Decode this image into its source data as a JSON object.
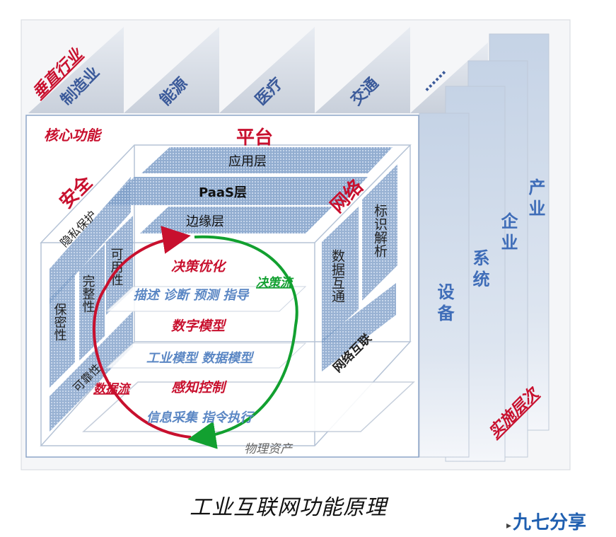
{
  "industries": {
    "title": "垂直行业",
    "items": [
      "制造业",
      "能源",
      "医疗",
      "交通",
      "……"
    ]
  },
  "core": {
    "title": "核心功能",
    "platform": "平台",
    "security": "安全",
    "network": "网络"
  },
  "platform_layers": [
    "应用层",
    "PaaS层",
    "边缘层"
  ],
  "security_items": {
    "privacy": "隐私保护",
    "availability": "可用性",
    "integrity": "完整性",
    "confidentiality": "保密性",
    "reliability": "可靠性"
  },
  "network_items": {
    "identification": "标识解析",
    "data_exchange": "数据互通",
    "interconnection": "网络互联"
  },
  "loop": {
    "decision": "决策优化",
    "decision_sub": "描述 诊断 预测 指导",
    "model": "数字模型",
    "model_sub": "工业模型 数据模型",
    "control": "感知控制",
    "control_sub": "信息采集 指令执行",
    "decision_flow": "决策流",
    "data_flow": "数据流",
    "physical": "物理资产"
  },
  "levels": {
    "title": "实施层次",
    "items": [
      "设备",
      "系统",
      "企业",
      "产业"
    ]
  },
  "caption": "工业互联网功能原理",
  "brand": "九七分享"
}
